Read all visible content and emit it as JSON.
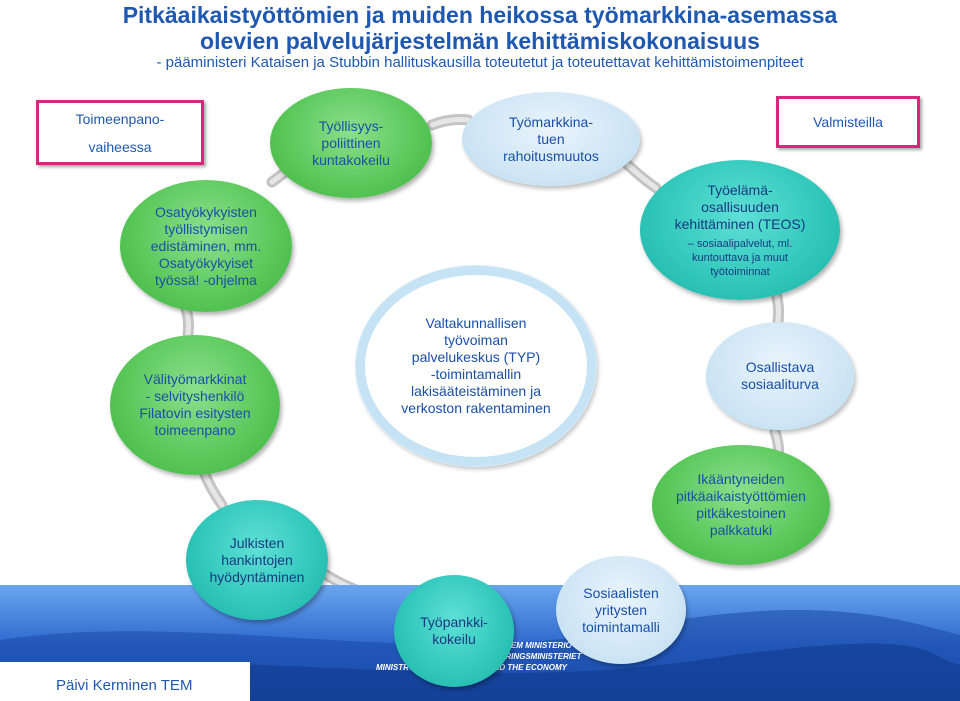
{
  "title": {
    "line1": "Pitkäaikaistyöttömien ja muiden heikossa työmarkkina-asemassa",
    "line2": "olevien palvelujärjestelmän kehittämiskokonaisuus",
    "subtitle": "- pääministeri Kataisen ja Stubbin hallituskausilla toteutetut ja toteutettavat kehittämistoimenpiteet"
  },
  "legend": {
    "implementation_line1": "Toimeenpano-",
    "implementation_line2": "vaiheessa",
    "preparation": "Valmisteilla"
  },
  "nodes": {
    "tyollisyys": [
      "Työllisyys-",
      "poliittinen",
      "kuntakokeilu"
    ],
    "tyomarkkinatuki": [
      "Työmarkkina-",
      "tuen",
      "rahoitusmuutos"
    ],
    "osatyokykyisten": [
      "Osatyökykyisten",
      "työllistymisen",
      "edistäminen, mm.",
      "Osatyökykyiset",
      "työssä! -ohjelma"
    ],
    "teos": [
      "Työelämä-",
      "osallisuuden",
      "kehittäminen (TEOS)"
    ],
    "teos_detail": [
      "– sosiaalipalvelut, ml.",
      "kuntouttava ja muut",
      "työtoiminnat"
    ],
    "valityomarkkinat": [
      "Välityömarkkinat",
      "- selvityshenkilö",
      "Filatovin esitysten",
      "toimeenpano"
    ],
    "center": [
      "Valtakunnallisen",
      "työvoiman",
      "palvelukeskus (TYP)",
      "-toimintamallin",
      "lakisääteistäminen ja",
      "verkoston rakentaminen"
    ],
    "osallistava": [
      "Osallistava",
      "sosiaaliturva"
    ],
    "ikaantyneiden": [
      "Ikääntyneiden",
      "pitkäaikaistyöttömien",
      "pitkäkestoinen",
      "palkkatuki"
    ],
    "julkisten": [
      "Julkisten",
      "hankintojen",
      "hyödyntäminen"
    ],
    "tyopankki": [
      "Työpankki-",
      "kokeilu"
    ],
    "sosiaalisten": [
      "Sosiaalisten",
      "yritysten",
      "toimintamalli"
    ]
  },
  "footer": {
    "author": "Päivi Kerminen TEM",
    "logo_line1": "TEM MINISTERIÖ",
    "logo_line2": "ARBETS- OCH NÄRINGSMINISTERIET",
    "logo_line3": "MINISTRY OF EMPLOYMENT AND THE ECONOMY"
  },
  "colors": {
    "title": "#1f58b0",
    "implemented_node": "#58c758",
    "prepared_node": "#2fc6ba",
    "planned_node": "#cfe6f5",
    "connector": "#c9c9c9",
    "legend_border": "#d9257a",
    "band": "#2a64cc"
  }
}
